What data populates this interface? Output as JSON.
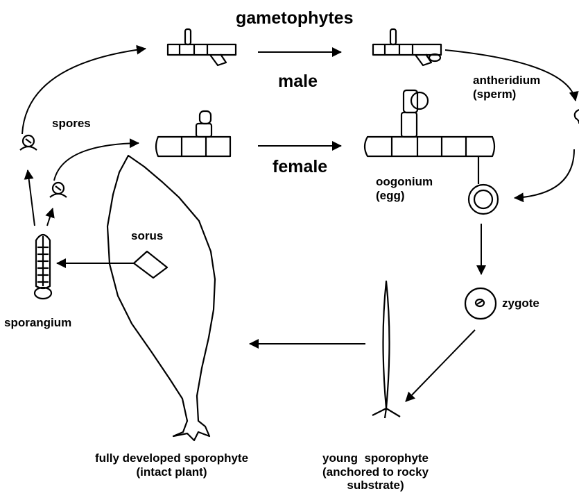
{
  "labels": {
    "gametophytes": "gametophytes",
    "male": "male",
    "female": "female",
    "spores": "spores",
    "antheridium": "antheridium",
    "antheridium_sub": "(sperm)",
    "oogonium": "oogonium",
    "oogonium_sub": "(egg)",
    "sorus": "sorus",
    "sporangium": "sporangium",
    "zygote": "zygote",
    "mature": "fully developed sporophyte",
    "mature_sub": "(intact plant)",
    "young": "young  sporophyte",
    "young_sub1": "(anchored to rocky",
    "young_sub2": "substrate)"
  }
}
